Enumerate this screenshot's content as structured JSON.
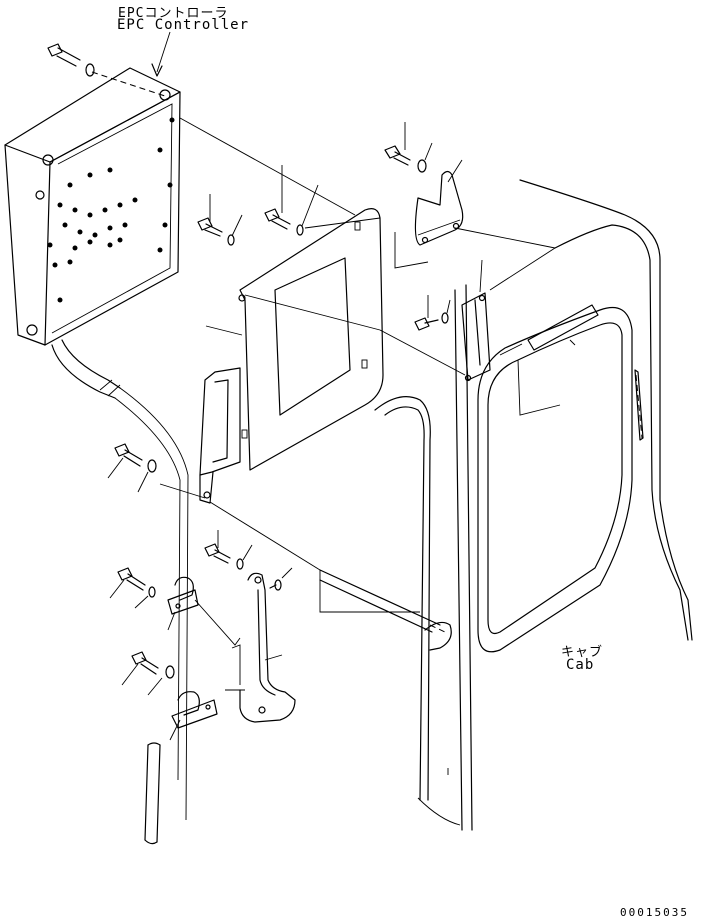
{
  "labels": {
    "epc_jp": "EPCコントローラ",
    "epc_en": "EPC Controller",
    "cab_jp": "キャブ",
    "cab_en": "Cab"
  },
  "drawing_number": "00015035"
}
